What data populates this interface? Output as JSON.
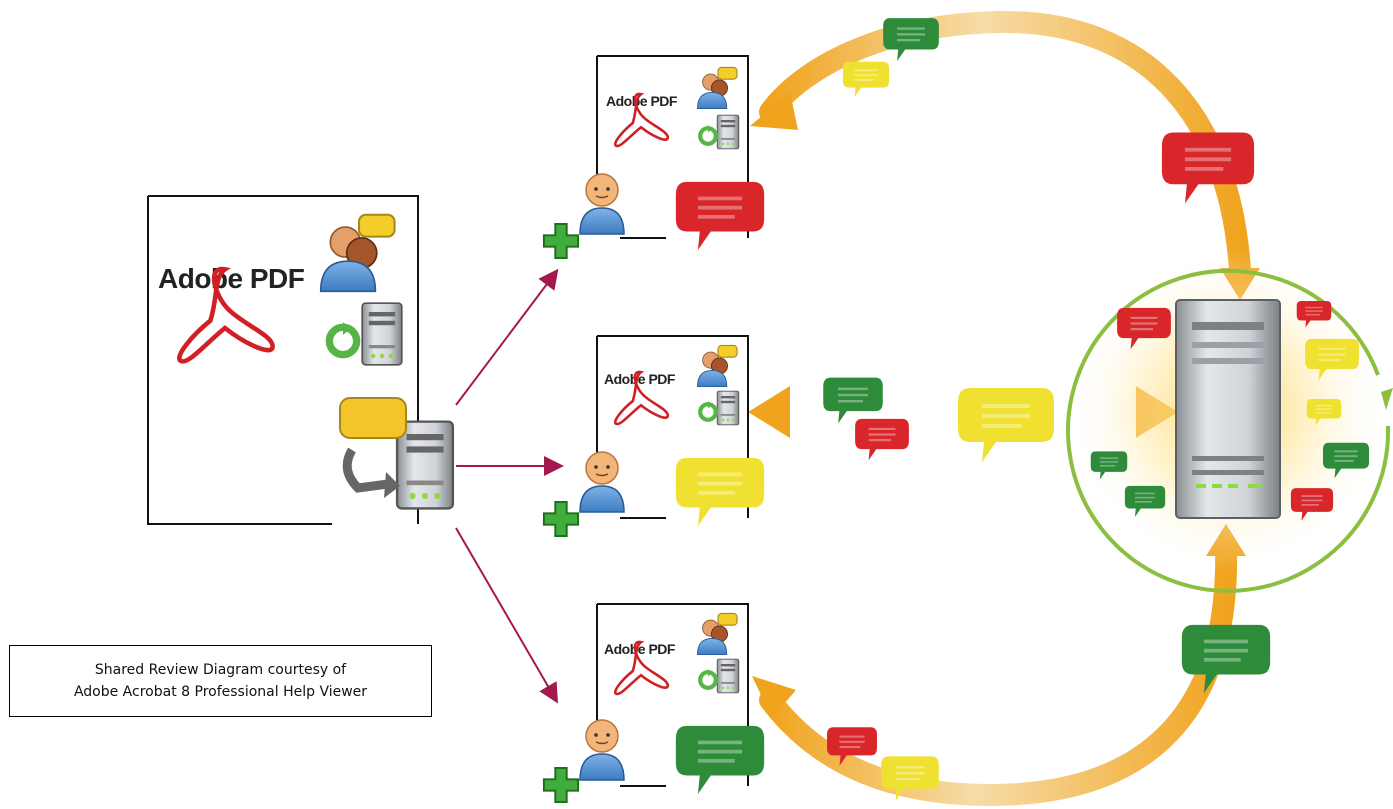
{
  "caption": {
    "line1": "Shared Review Diagram courtesy of",
    "line2": "Adobe Acrobat 8 Professional Help Viewer"
  },
  "documents": {
    "source": {
      "label": "Adobe PDF"
    },
    "reviewer_1": {
      "label": "Adobe PDF",
      "comment_color": "#d8262b"
    },
    "reviewer_2": {
      "label": "Adobe PDF",
      "comment_color": "#f0e130"
    },
    "reviewer_3": {
      "label": "Adobe PDF",
      "comment_color": "#2e8b3a"
    }
  },
  "colors": {
    "arrow_orange": "#f0a41e",
    "arrow_maroon": "#a3194e",
    "server_ring": "#8cbf3f",
    "comment_red": "#d8262b",
    "comment_yellow": "#f0e130",
    "comment_green": "#2e8b3a"
  }
}
